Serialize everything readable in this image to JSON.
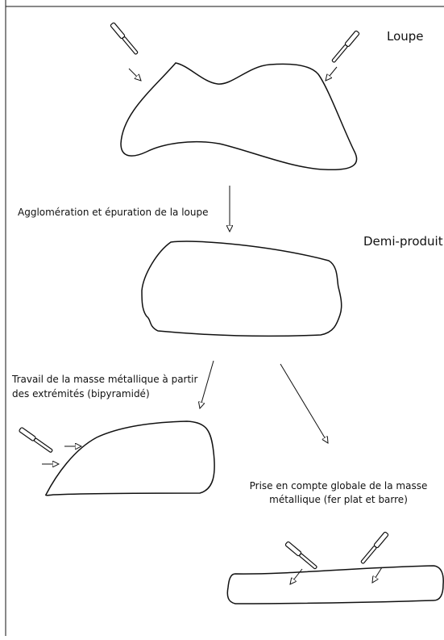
{
  "labels": {
    "loupe": "Loupe",
    "agglomeration": "Agglomération et épuration de la loupe",
    "demi_produit": "Demi-produit",
    "travail_line1": "Travail de la masse métallique à partir",
    "travail_line2": "des extrémités (bipyramidé)",
    "prise_line1": "Prise en compte globale de la masse",
    "prise_line2": "métallique (fer plat et barre)"
  },
  "colors": {
    "stroke": "#111111",
    "background": "#ffffff"
  },
  "icons": [
    "hammer-icon"
  ]
}
